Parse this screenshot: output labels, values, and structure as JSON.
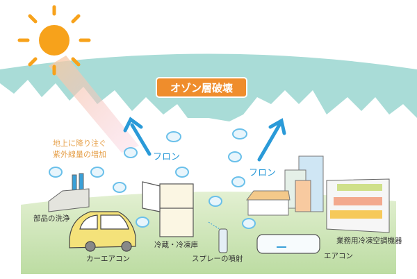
{
  "title": "オゾン層破壊",
  "uv_note": [
    "地上に降り注ぐ",
    "紫外線量の増加"
  ],
  "gas_labels": [
    "フロン",
    "フロン"
  ],
  "sources": {
    "parts_cleaning": "部品の洗浄",
    "car_ac": "カーエアコン",
    "refrigerator": "冷蔵・冷凍庫",
    "spray": "スプレーの噴射",
    "air_conditioner": "エアコン",
    "commercial_refrigeration": "業務用冷凍空調機器"
  },
  "colors": {
    "sky": "#a9dcd7",
    "sun": "#f7a21b",
    "title_box": "#ef8d2c",
    "arrow": "#2a9ad8",
    "ground": "#cfe6b4"
  }
}
